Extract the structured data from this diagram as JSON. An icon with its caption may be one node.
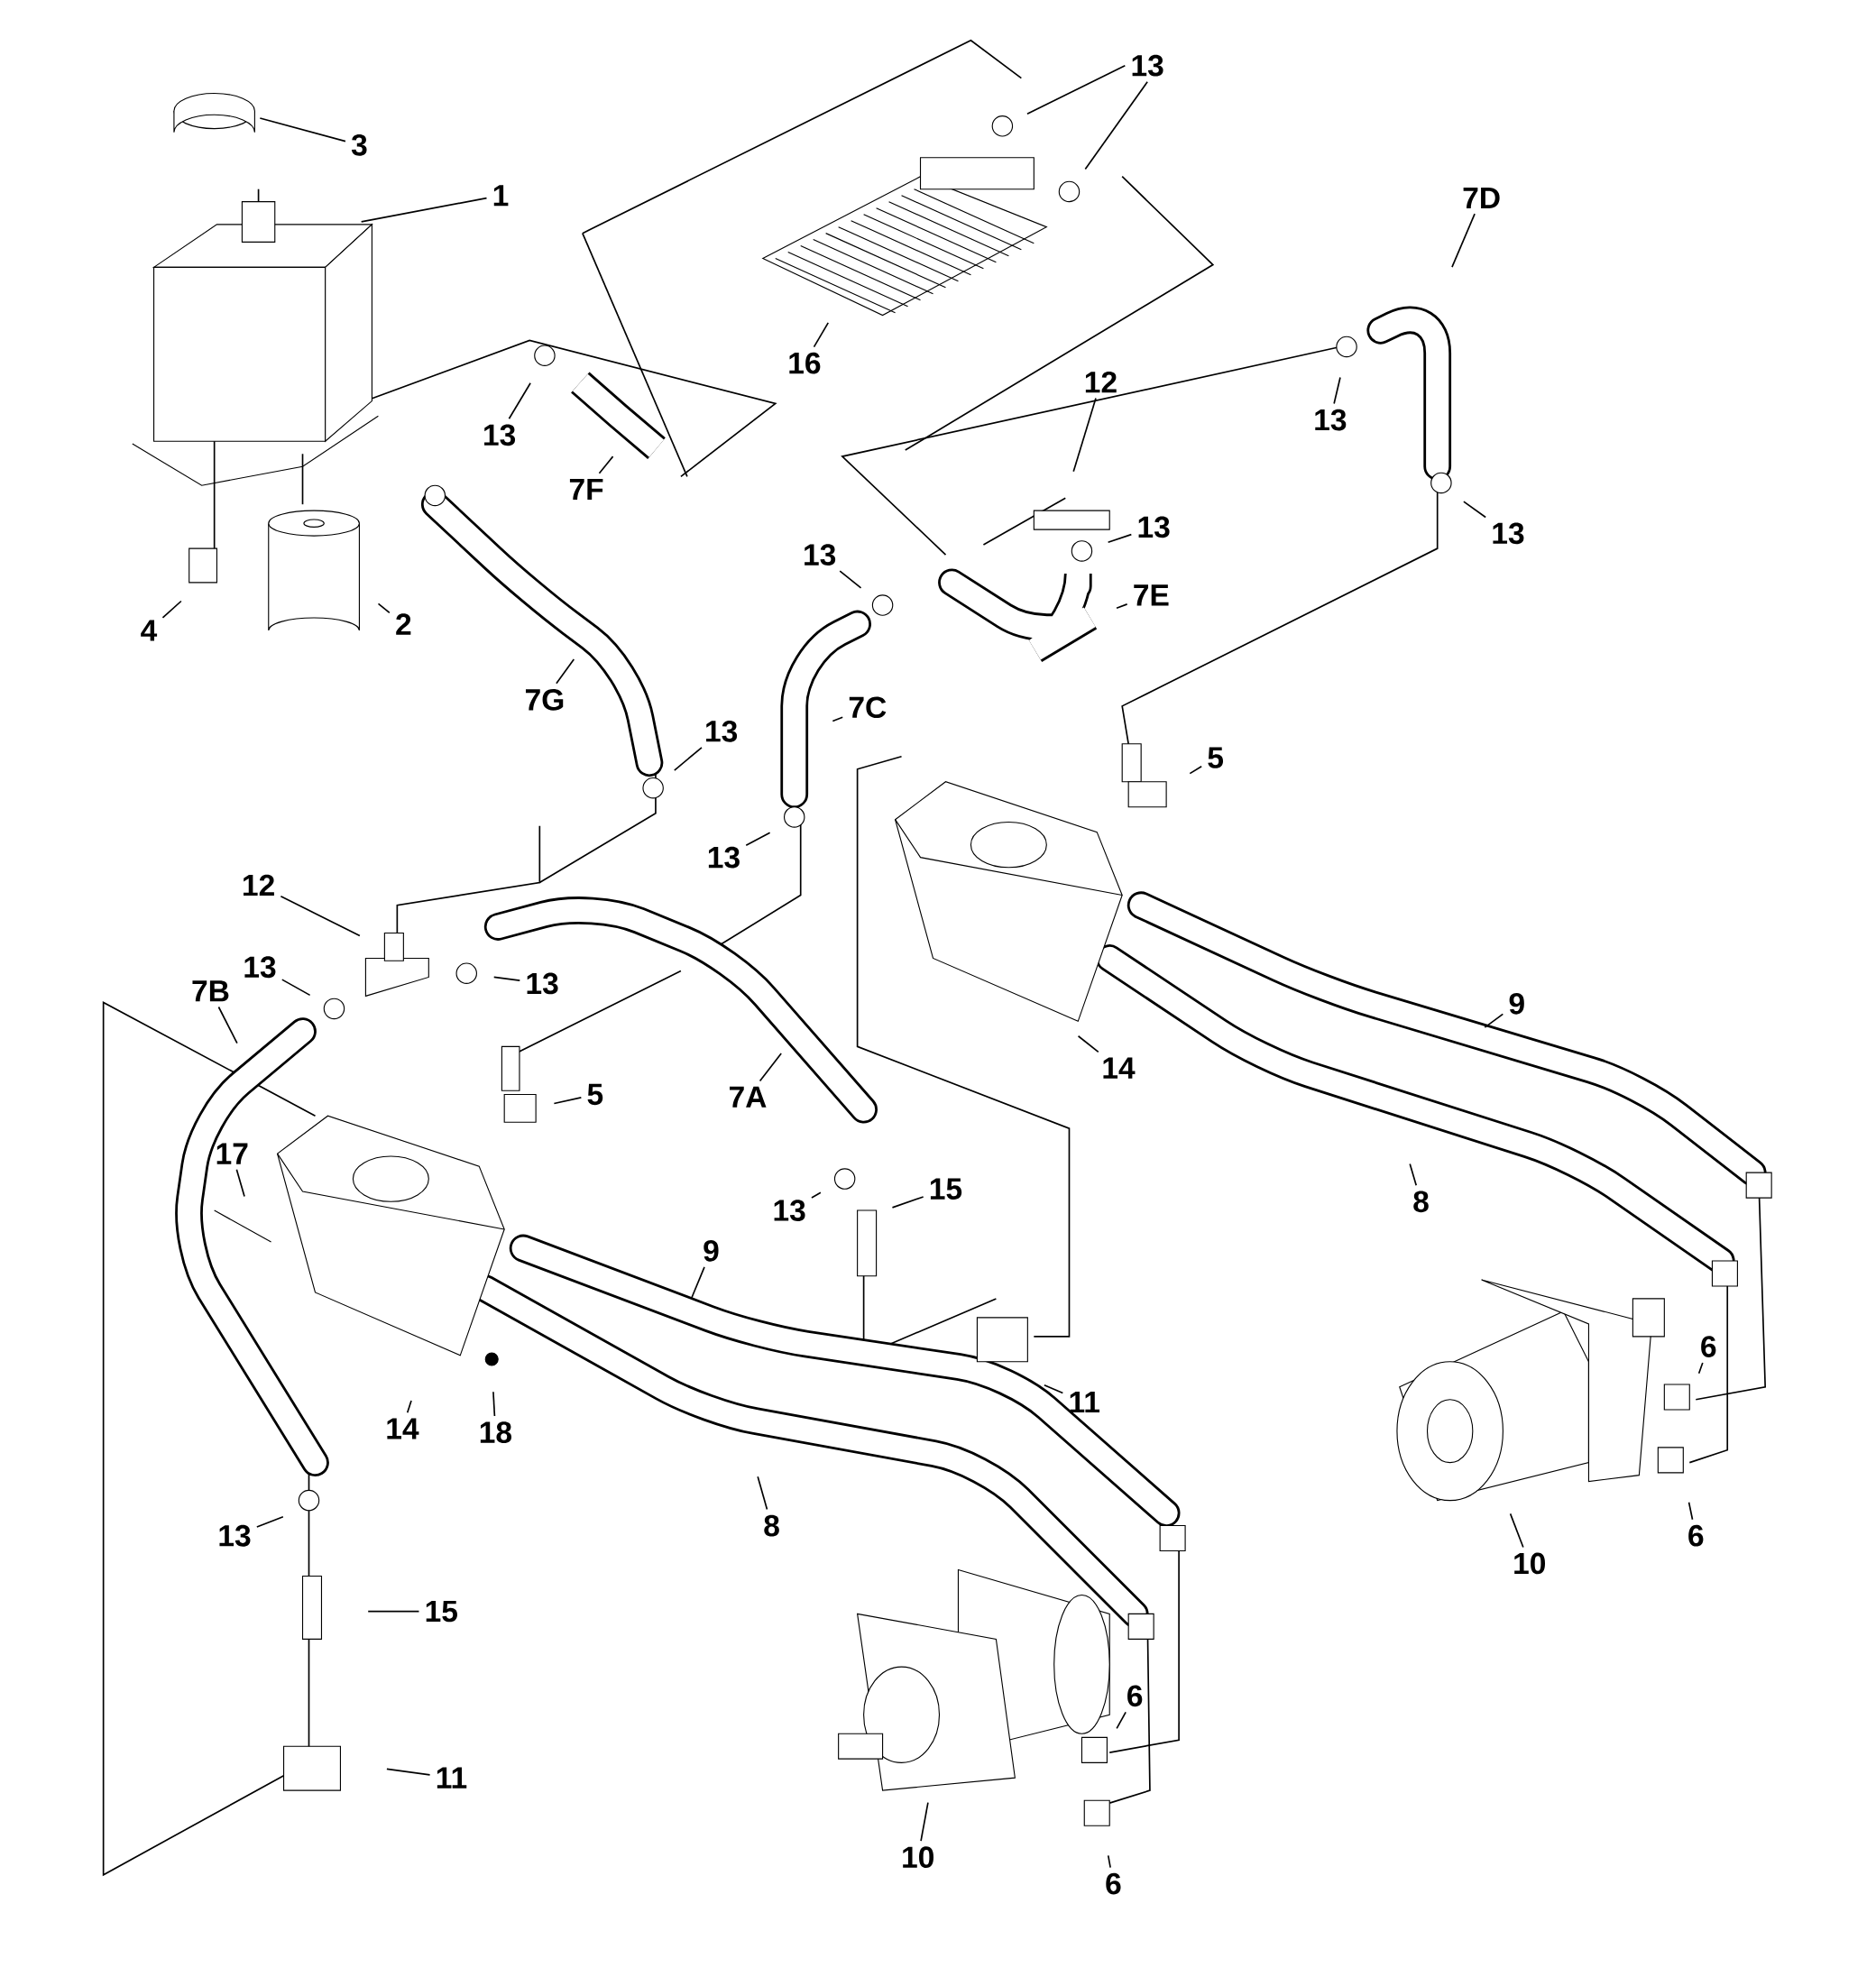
{
  "diagram": {
    "nodes": [
      {
        "text": [
          "13"
        ]
      },
      {
        "text": [
          "3"
        ]
      },
      {
        "text": [
          "1"
        ]
      },
      {
        "text": [
          "7D"
        ]
      },
      {
        "text": [
          "16"
        ]
      },
      {
        "text": [
          "12"
        ]
      },
      {
        "text": [
          "13"
        ]
      },
      {
        "text": [
          "13"
        ]
      },
      {
        "text": [
          "7F"
        ]
      },
      {
        "text": [
          "13"
        ]
      },
      {
        "text": [
          "13"
        ]
      },
      {
        "text": [
          "13"
        ]
      },
      {
        "text": [
          "7E"
        ]
      },
      {
        "text": [
          "2"
        ]
      },
      {
        "text": [
          "4"
        ]
      },
      {
        "text": [
          "7G"
        ]
      },
      {
        "text": [
          "7C"
        ]
      },
      {
        "text": [
          "13"
        ]
      },
      {
        "text": [
          "5"
        ]
      },
      {
        "text": [
          "13"
        ]
      },
      {
        "text": [
          "12"
        ]
      },
      {
        "text": [
          "13"
        ]
      },
      {
        "text": [
          "13"
        ]
      },
      {
        "text": [
          "7B"
        ]
      },
      {
        "text": [
          "9"
        ]
      },
      {
        "text": [
          "14"
        ]
      },
      {
        "text": [
          "5"
        ]
      },
      {
        "text": [
          "7A"
        ]
      },
      {
        "text": [
          "17"
        ]
      },
      {
        "text": [
          "15"
        ]
      },
      {
        "text": [
          "8"
        ]
      },
      {
        "text": [
          "13"
        ]
      },
      {
        "text": [
          "9"
        ]
      },
      {
        "text": [
          "6"
        ]
      },
      {
        "text": [
          "11"
        ]
      },
      {
        "text": [
          "14"
        ]
      },
      {
        "text": [
          "18"
        ]
      },
      {
        "text": [
          "8"
        ]
      },
      {
        "text": [
          "13"
        ]
      },
      {
        "text": [
          "6"
        ]
      },
      {
        "text": [
          "10"
        ]
      },
      {
        "text": [
          "15"
        ]
      },
      {
        "text": [
          "6"
        ]
      },
      {
        "text": [
          "11"
        ]
      },
      {
        "text": [
          "10"
        ]
      },
      {
        "text": [
          "6"
        ]
      }
    ],
    "edges": [
      {
        "from": 0,
        "to": null,
        "arrow": "none"
      },
      {
        "from": 0,
        "to": null,
        "arrow": "none"
      },
      {
        "from": 1,
        "to": null,
        "arrow": "none"
      },
      {
        "from": 2,
        "to": null,
        "arrow": "none"
      },
      {
        "from": 3,
        "to": null,
        "arrow": "none"
      },
      {
        "from": 4,
        "to": null,
        "arrow": "none"
      },
      {
        "from": 5,
        "to": null,
        "arrow": "none"
      },
      {
        "from": 6,
        "to": null,
        "arrow": "none"
      },
      {
        "from": 7,
        "to": null,
        "arrow": "none"
      },
      {
        "from": 8,
        "to": null,
        "arrow": "none"
      },
      {
        "from": 9,
        "to": null,
        "arrow": "none"
      },
      {
        "from": 10,
        "to": null,
        "arrow": "none"
      },
      {
        "from": 11,
        "to": null,
        "arrow": "none"
      },
      {
        "from": 12,
        "to": null,
        "arrow": "none"
      },
      {
        "from": 13,
        "to": null,
        "arrow": "none"
      },
      {
        "from": 14,
        "to": null,
        "arrow": "none"
      },
      {
        "from": 15,
        "to": null,
        "arrow": "none"
      },
      {
        "from": 16,
        "to": null,
        "arrow": "none"
      },
      {
        "from": 17,
        "to": null,
        "arrow": "none"
      },
      {
        "from": 18,
        "to": null,
        "arrow": "none"
      },
      {
        "from": 19,
        "to": null,
        "arrow": "none"
      },
      {
        "from": 20,
        "to": null,
        "arrow": "none"
      },
      {
        "from": 21,
        "to": null,
        "arrow": "none"
      },
      {
        "from": 22,
        "to": null,
        "arrow": "none"
      },
      {
        "from": 23,
        "to": null,
        "arrow": "none"
      },
      {
        "from": 24,
        "to": null,
        "arrow": "none"
      },
      {
        "from": 25,
        "to": null,
        "arrow": "none"
      },
      {
        "from": 26,
        "to": null,
        "arrow": "none"
      },
      {
        "from": 27,
        "to": null,
        "arrow": "none"
      },
      {
        "from": 28,
        "to": null,
        "arrow": "none"
      },
      {
        "from": 29,
        "to": null,
        "arrow": "none"
      },
      {
        "from": 30,
        "to": null,
        "arrow": "none"
      },
      {
        "from": 31,
        "to": null,
        "arrow": "none"
      },
      {
        "from": 32,
        "to": null,
        "arrow": "none"
      },
      {
        "from": 33,
        "to": null,
        "arrow": "none"
      },
      {
        "from": 34,
        "to": null,
        "arrow": "none"
      },
      {
        "from": 35,
        "to": null,
        "arrow": "none"
      },
      {
        "from": 36,
        "to": null,
        "arrow": "none"
      },
      {
        "from": 37,
        "to": null,
        "arrow": "none"
      },
      {
        "from": 38,
        "to": null,
        "arrow": "none"
      },
      {
        "from": 39,
        "to": null,
        "arrow": "none"
      },
      {
        "from": 40,
        "to": null,
        "arrow": "none"
      },
      {
        "from": 41,
        "to": null,
        "arrow": "none"
      },
      {
        "from": 42,
        "to": null,
        "arrow": "none"
      },
      {
        "from": 43,
        "to": null,
        "arrow": "none"
      },
      {
        "from": 44,
        "to": null,
        "arrow": "none"
      },
      {
        "from": 45,
        "to": null,
        "arrow": "none"
      }
    ]
  }
}
